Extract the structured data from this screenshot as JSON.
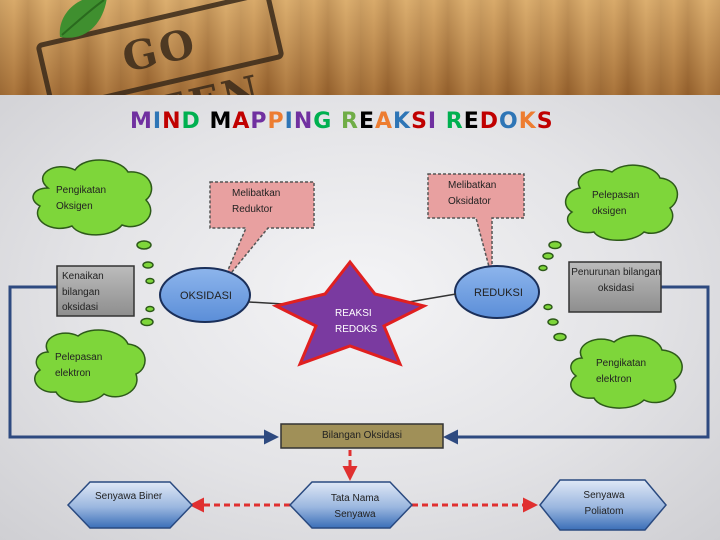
{
  "banner": {
    "logo_text": "GO GREEN"
  },
  "title": {
    "text": "MIND MAPPING REAKSI REDOKS",
    "letter_colors": [
      "#7030a0",
      "#2e75b6",
      "#c00000",
      "#00b050",
      "#000000",
      "#c00000",
      "#7030a0",
      "#ed7d31",
      "#2e75b6",
      "#7030a0",
      "#00b050",
      "#70ad47",
      "#000000",
      "#ed7d31",
      "#2e75b6",
      "#c00000",
      "#7030a0",
      "#00b050",
      "#000000",
      "#c00000",
      "#2e75b6",
      "#ed7d31",
      "#c00000",
      "#00b050",
      "#7030a0",
      "#ed7d31"
    ]
  },
  "nodes": {
    "center": "REAKSI REDOKS",
    "left": "OKSIDASI",
    "right": "REDUKSI",
    "bottom_box": "Bilangan Oksidasi",
    "naming": "Tata Nama Senyawa",
    "binary": "Senyawa Biner",
    "polyatomic": "Senyawa Poliatom"
  },
  "callouts": {
    "top_left_cloud": "Pengikatan Oksigen",
    "bottom_left_cloud": "Pelepasan elektron",
    "top_right_cloud": "Pelepasan oksigen",
    "bottom_right_cloud": "Pengikatan elektron",
    "left_speech": "Melibatkan Reduktor",
    "right_speech": "Melibatkan Oksidator",
    "left_box": "Kenaikan bilangan oksidasi",
    "right_box": "Penurunan bilangan oksidasi"
  },
  "colors": {
    "cloud": "#7ed63a",
    "speech": "#e8a0a0",
    "ellipse": "#6e9fe0",
    "star_fill": "#7a3aa0",
    "star_stroke": "#e02020",
    "gray_box": "#a6a6a6",
    "bottom_box": "#a09058",
    "hexagon": "#3b6fb8",
    "connector": "#2e4a80",
    "dashed_arrow": "#e03030"
  }
}
